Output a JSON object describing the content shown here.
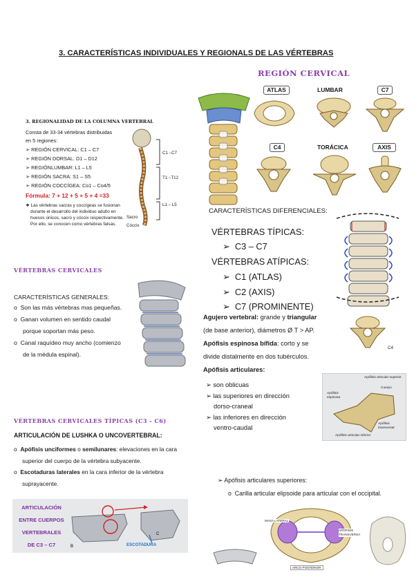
{
  "title": "3. CARACTERÍSTICAS INDIVIDUALES Y REGIONALS DE LAS VÉRTEBRAS",
  "region_cervical": {
    "heading": "REGIÓN CERVICAL",
    "labels": [
      "ATLAS",
      "LUMBAR",
      "C7",
      "C4",
      "TORÁCICA",
      "AXIS"
    ]
  },
  "regionalidad": {
    "heading": "3. REGIONALIDAD DE LA COLUMNA VERTEBRAL",
    "intro1": "Consta de 33-34 vértebras distribuidas",
    "intro2": "en 5 regiones:",
    "items": [
      "REGIÓN CERVICAL: C1 – C7",
      "REGIÓN DORSAL: D1 – D12",
      "REGIÓNLUMBAR: L1 – L5",
      "REGIÓN SACRA: S1 – S5",
      "REGIÓN COCCÍGEA: Co1 – Co4/5"
    ],
    "formula": "Fórmula: 7 + 12 + 5 + 5 + 4 =33",
    "note1": "Las vértebras sacras y coccígeas se fusionan",
    "note2": "durante el desarrollo del individuo adulto en",
    "note3": "huesos únicos, sacro y cóccix respectivamente.",
    "note4": "Por ello, se conocen como vértebras falsas.",
    "spine_labels": [
      "C1 –C7",
      "T1 –T12",
      "L1 – L5",
      "Sacro",
      "Cóccix"
    ]
  },
  "diferenciales": {
    "heading": "CARACTERÍSTICAS DIFERENCIALES:",
    "tipicas": "VÉRTEBRAS TÍPICAS:",
    "tipicas_items": [
      "C3 – C7"
    ],
    "atipicas": "VÉRTEBRAS ATÍPICAS:",
    "atipicas_items": [
      "C1 (ATLAS)",
      "C2 (AXIS)",
      "C7 (PROMINENTE)"
    ]
  },
  "cervicales": {
    "heading": "VÉRTEBRAS CERVICALES",
    "generales_heading": "CARACTERÍSTICAS GENERALES:",
    "items": [
      "Son las más vértebras mas pequeñas.",
      "Ganan volumen en sentido caudal",
      "porque soportan más peso.",
      "Canal raquídeo muy ancho (comienzo",
      "de la médula espinal)."
    ]
  },
  "agujero": {
    "l1_bold": "Agujero vertebral:",
    "l1_rest": " grande y ",
    "l1_bold2": "triangular",
    "l2": "(de base anterior), diámetros Ø T > AP.",
    "l3_bold": "Apófisis espinosa bífida",
    "l3_rest": ": corto y se",
    "l4": "divide distalmente en dos tubérculos.",
    "articulares_heading": "Apófisis articulares:",
    "articulares_items": [
      "son oblicuas",
      "las superiores en dirección",
      "dorso-craneal",
      "las inferiores en dirección",
      "ventro-caudal"
    ],
    "c4_label": "C4"
  },
  "apofisis_fig": {
    "labels": [
      "Apófisis articular superior",
      "Cuerpo",
      "Apófisis espinosa",
      "Apófisis transversal",
      "Apófisis articular inferior"
    ]
  },
  "tipicas": {
    "heading": "VÉRTEBRAS CERVICALES TÍPICAS (C3 - C6)",
    "lushka_heading": "ARTICULACIÓN DE LUSHKA O UNCOVERTEBRAL:",
    "item1_b1": "Apófisis unciformes",
    "item1_mid": " o ",
    "item1_b2": "semilunares",
    "item1_rest": ": elevaciones en la cara",
    "item1_l2": "superior del cuerpo de la vértebra subyacente.",
    "item2_b": "Escotaduras laterales",
    "item2_rest": " en la cara inferior de la vértebra",
    "item2_l2": "suprayacente."
  },
  "superiores": {
    "heading": "Apófisis articulares superiores:",
    "item": "Carilla articular elipsoide para articular con el occipital."
  },
  "articulacion_box": {
    "lines": [
      "ARTICULACIÓN",
      "ENTRE CUERPOS",
      "VERTEBRALES",
      "DE C3 – C7"
    ],
    "escotadura": "ESCOTADURA",
    "fig_labels": [
      "B",
      "C"
    ]
  },
  "atlas_fig": {
    "labels": [
      "MASA LATERAL",
      "APÓFISIS TRANSVERSA",
      "ARCO POSTERIOR"
    ]
  },
  "colors": {
    "heading_purple": "#8a3fa8",
    "formula_red": "#d42020",
    "escotadura_blue": "#1a73c9",
    "box_purple": "#7a2d9c"
  }
}
